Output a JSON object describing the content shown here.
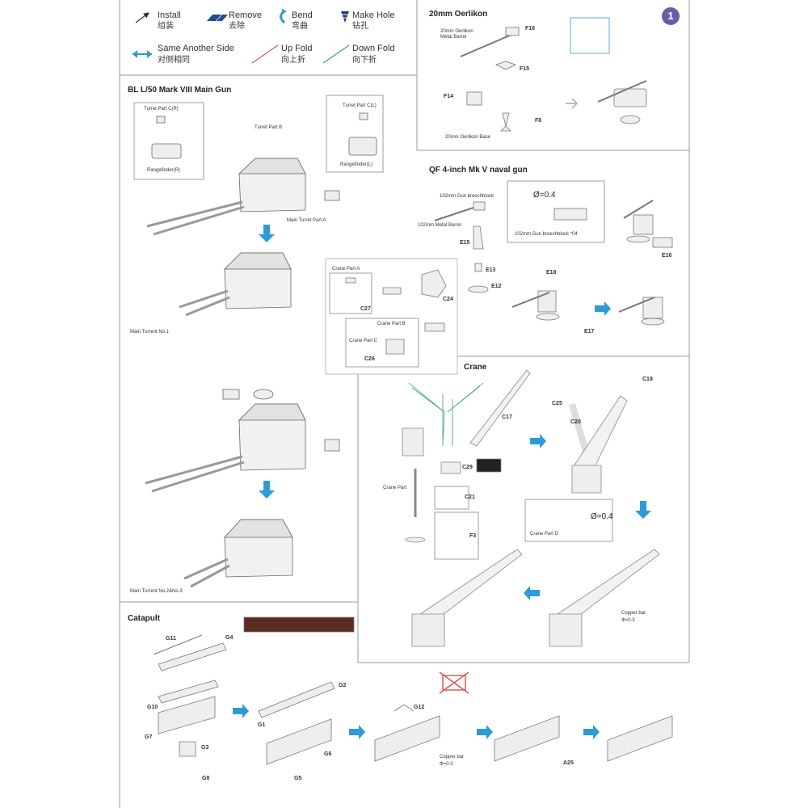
{
  "legend": {
    "install": "Install",
    "install_cn": "组装",
    "remove": "Remove",
    "remove_cn": "去除",
    "bend": "Bend",
    "bend_cn": "弯曲",
    "make_hole": "Make Hole",
    "make_hole_cn": "钻孔",
    "same_side": "Same Another Side",
    "same_side_cn": "对侧相同",
    "up_fold": "Up Fold",
    "up_fold_cn": "向上折",
    "down_fold": "Down Fold",
    "down_fold_cn": "向下折"
  },
  "colors": {
    "accent": "#2e9bd6",
    "up_fold": "#d9534f",
    "down_fold": "#3aa36a",
    "step_badge": "#6d5aa6"
  },
  "step_number": "1",
  "oerlikon": {
    "title": "20mm Oerlikon",
    "barrel": "20mm Oerlikon",
    "barrel2": "Metal Barrel",
    "f16": "F16",
    "f15": "F15",
    "f14": "F14",
    "f8": "F8",
    "base": "20mm Oerlikon Base"
  },
  "main_gun": {
    "title": "BL L/50 Mark VIII Main  Gun",
    "turret_c_r": "Turret Part C(R)",
    "rangefinder_r": "Rangefinder(R)",
    "turret_b": "Turret Part B",
    "turret_c_l": "Turret Part C(L)",
    "rangefinder_l": "Rangefinder(L)",
    "turret_a": "Main Turret Part A",
    "turret_1": "Main Turrent No.1",
    "turret_23": "Main Turrent No.2&No.3"
  },
  "qf": {
    "title": "QF 4-inch Mk V naval gun",
    "breechblock": "102mm Gun breechblock",
    "hole": "Ø=0.4",
    "breechblock4": "102mm Gun breechblock *04",
    "barrel": "102mm Metal Barrel",
    "e15": "E15",
    "e13": "E13",
    "e12": "E12",
    "e16": "E16",
    "e18": "E18",
    "e17": "E17"
  },
  "crane_inset": {
    "part_a": "Crane Part A",
    "c27": "C27",
    "c24": "C24",
    "part_b": "Crane Part B",
    "part_c": "Crane Part C",
    "c26": "C26"
  },
  "crane": {
    "title": "Crane",
    "c17": "C17",
    "c25": "C25",
    "c18": "C18",
    "c20": "C20",
    "c29": "C29",
    "part": "Crane Part",
    "c21": "C21",
    "f3": "F3",
    "part_d": "Crane Part D",
    "hole": "Ø=0.4",
    "copper": "Copper bar",
    "copper_d": "Φ=0.3"
  },
  "catapult": {
    "title": "Catapult",
    "g11": "G11",
    "g4": "G4",
    "g10": "G10",
    "g7": "G7",
    "g3": "G3",
    "g8": "G8",
    "g2": "G2",
    "g1": "G1",
    "g6": "G6",
    "g5": "G5",
    "g12": "G12",
    "copper": "Copper bar",
    "copper_d": "Φ=0.3",
    "a25": "A25"
  }
}
